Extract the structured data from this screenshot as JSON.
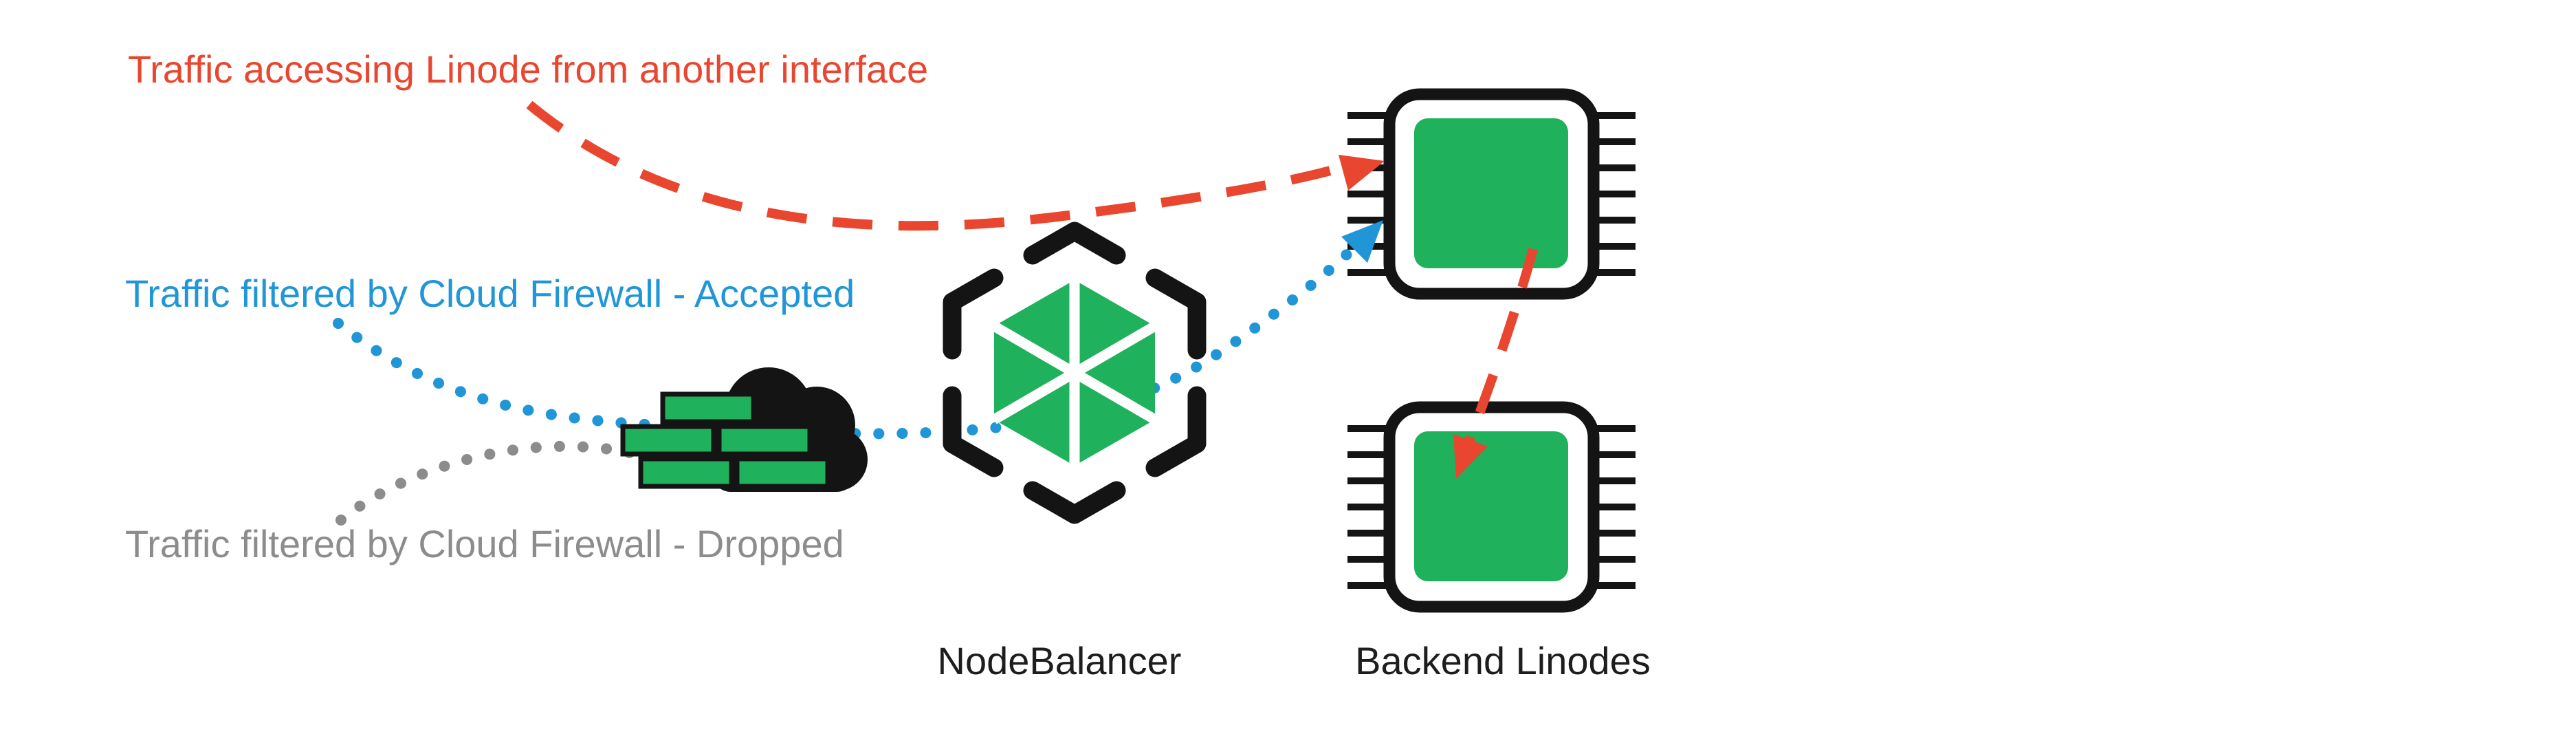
{
  "colors": {
    "background": "#ffffff",
    "red": "#e8462f",
    "blue": "#2196d7",
    "gray": "#8c8c8c",
    "green": "#20b15c",
    "dark": "#141414",
    "label_text": "#1d1d1d"
  },
  "diagram": {
    "annotations": {
      "another_interface": {
        "label": "Traffic accessing Linode from another interface",
        "color": "#e8462f",
        "line_style": "dashed"
      },
      "accepted": {
        "label": "Traffic filtered by Cloud Firewall - Accepted",
        "color": "#2196d7",
        "line_style": "dotted"
      },
      "dropped": {
        "label": "Traffic filtered by Cloud Firewall - Dropped",
        "color": "#8c8c8c",
        "line_style": "dotted"
      }
    },
    "nodes": {
      "firewall": {
        "icon": "cloud-firewall-icon"
      },
      "nodebalancer": {
        "icon": "nodebalancer-icon",
        "label": "NodeBalancer"
      },
      "backend_linodes": {
        "icon": "linode-chip-icon",
        "label": "Backend Linodes",
        "count": 2
      }
    }
  }
}
